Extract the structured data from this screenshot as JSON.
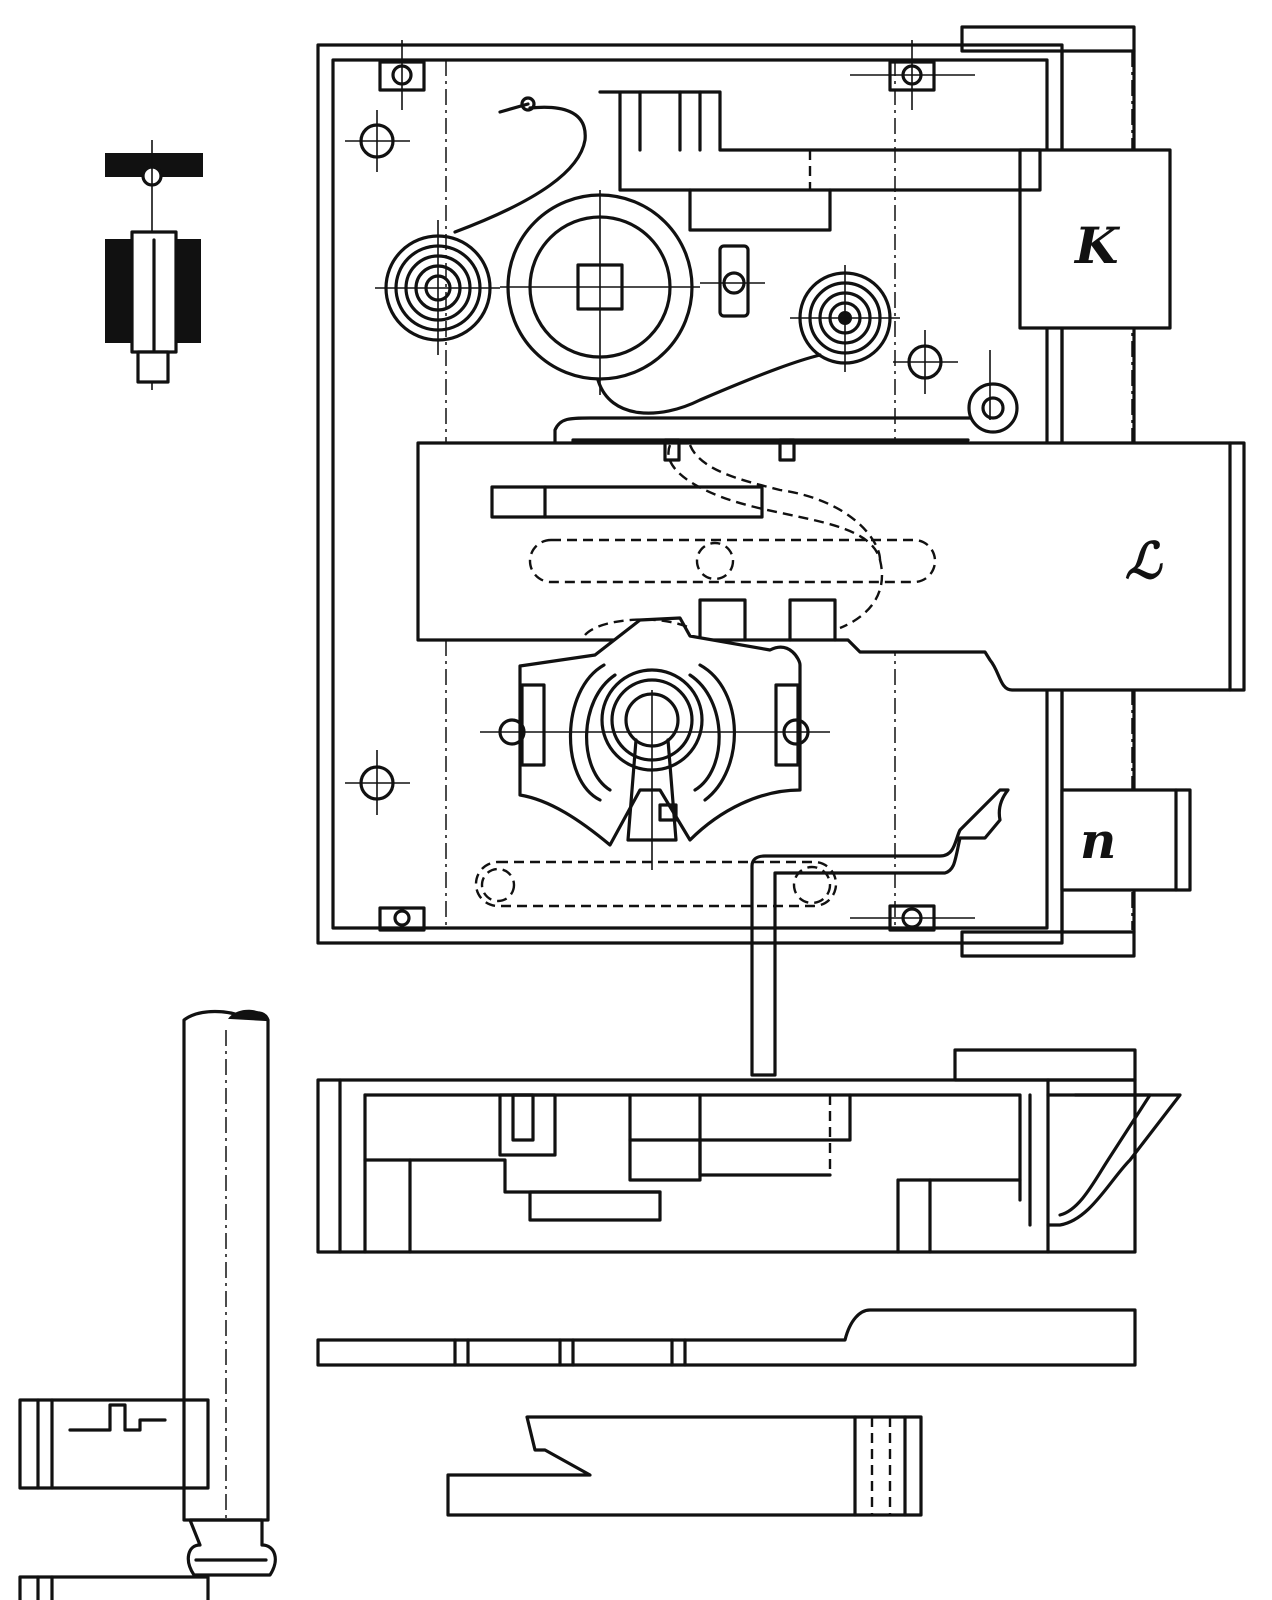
{
  "labels": {
    "top_bolt": "K",
    "latch_bolt": "ℒ",
    "lower_bolt": "n"
  },
  "colors": {
    "ink": "#111111",
    "paper": "#ffffff"
  }
}
